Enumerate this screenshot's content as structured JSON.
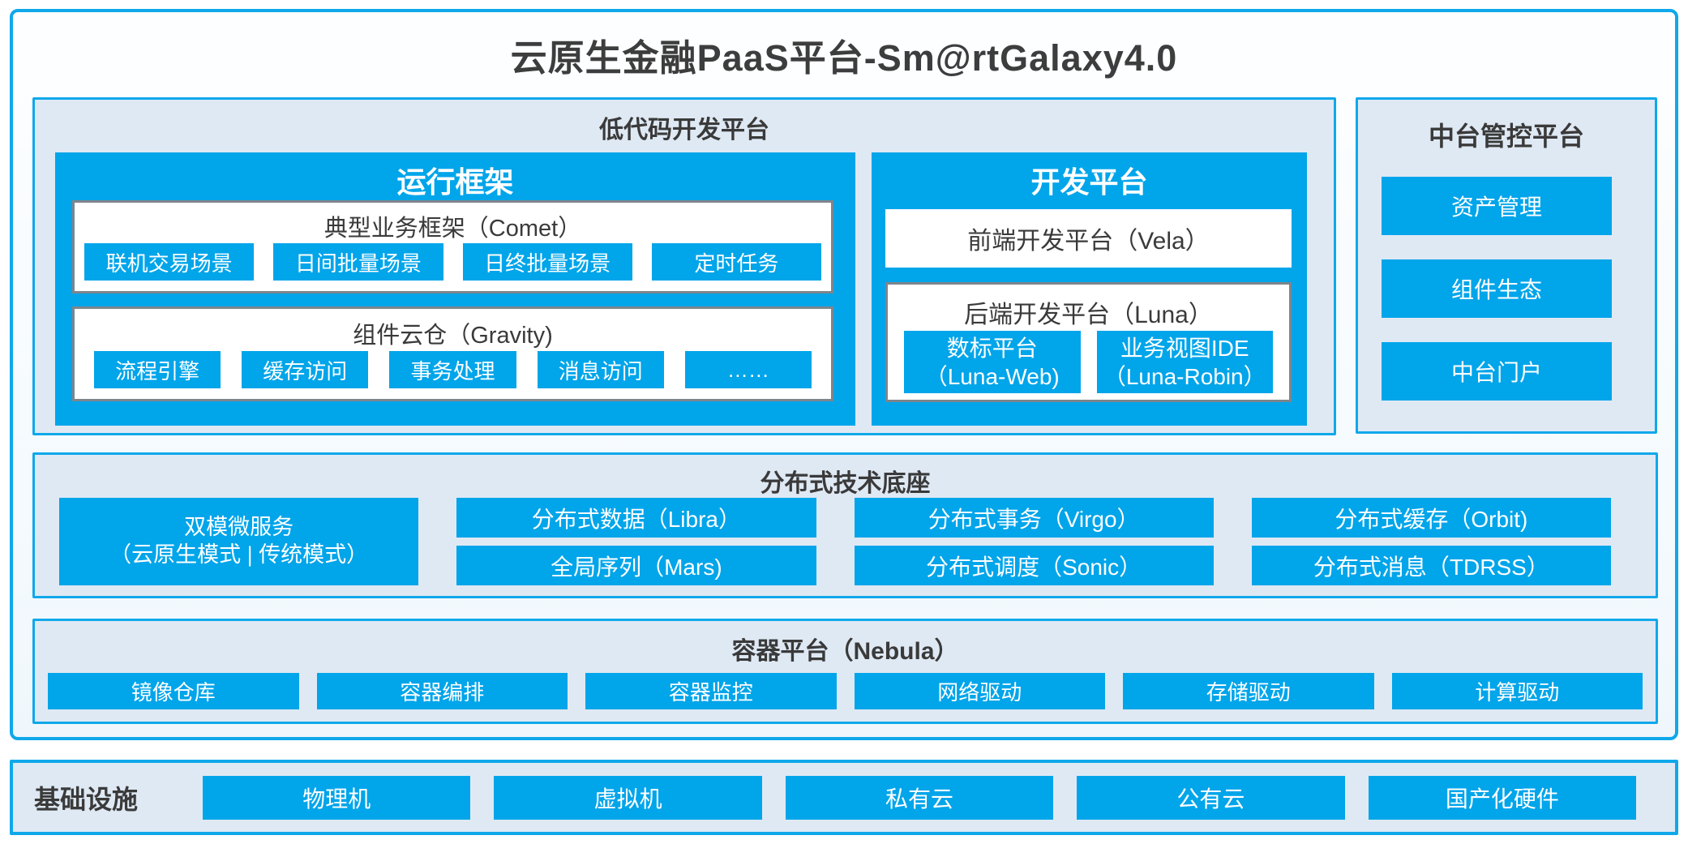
{
  "title": "云原生金融PaaS平台-Sm@rtGalaxy4.0",
  "colors": {
    "accent": "#00A5EA",
    "accent-border": "#0FA8EA",
    "panel-bg": "#DFE9F4",
    "text-dark": "#3D3D3D",
    "gray-border": "#7E858C"
  },
  "lowcode": {
    "label": "低代码开发平台",
    "runtime": {
      "label": "运行框架",
      "comet": {
        "label": "典型业务框架（Comet）",
        "items": [
          "联机交易场景",
          "日间批量场景",
          "日终批量场景",
          "定时任务"
        ]
      },
      "gravity": {
        "label": "组件云仓（Gravity)",
        "items": [
          "流程引擎",
          "缓存访问",
          "事务处理",
          "消息访问",
          "……"
        ]
      }
    },
    "devplat": {
      "label": "开发平台",
      "vela": "前端开发平台（Vela）",
      "luna": {
        "label": "后端开发平台（Luna）",
        "items": [
          {
            "line1": "数标平台",
            "line2": "（Luna-Web)"
          },
          {
            "line1": "业务视图IDE",
            "line2": "（Luna-Robin）"
          }
        ]
      }
    }
  },
  "midplatform": {
    "label": "中台管控平台",
    "items": [
      "资产管理",
      "组件生态",
      "中台门户"
    ]
  },
  "distributed": {
    "label": "分布式技术底座",
    "dual": {
      "line1": "双模微服务",
      "line2": "（云原生模式 | 传统模式）"
    },
    "col2": [
      "分布式数据（Libra）",
      "全局序列（Mars)"
    ],
    "col3": [
      "分布式事务（Virgo）",
      "分布式调度（Sonic）"
    ],
    "col4": [
      "分布式缓存（Orbit)",
      "分布式消息（TDRSS）"
    ]
  },
  "container": {
    "label": "容器平台（Nebula）",
    "items": [
      "镜像仓库",
      "容器编排",
      "容器监控",
      "网络驱动",
      "存储驱动",
      "计算驱动"
    ]
  },
  "infra": {
    "label": "基础设施",
    "items": [
      "物理机",
      "虚拟机",
      "私有云",
      "公有云",
      "国产化硬件"
    ]
  }
}
